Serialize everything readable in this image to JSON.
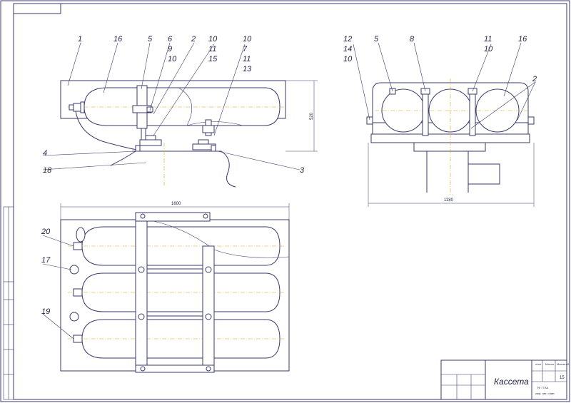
{
  "drawing": {
    "title": "Кассета",
    "sheet_number": "15",
    "institute_code": "ТФ ГТАА",
    "stamp_lines": [
      "лист",
      "Масса",
      "Масштаб"
    ],
    "org_line": "каф. авт. и авт."
  },
  "callouts": {
    "side_view": [
      "1",
      "16",
      "5",
      "6",
      "9",
      "10",
      "2",
      "10",
      "11",
      "15",
      "10",
      "7",
      "11",
      "13",
      "4",
      "18",
      "3"
    ],
    "end_view": [
      "12",
      "14",
      "10",
      "5",
      "8",
      "11",
      "10",
      "16",
      "2"
    ],
    "plan_view": [
      "20",
      "17",
      "19"
    ]
  },
  "dimensions": {
    "height": "520",
    "width_end": "1180",
    "length_plan": "1600"
  }
}
